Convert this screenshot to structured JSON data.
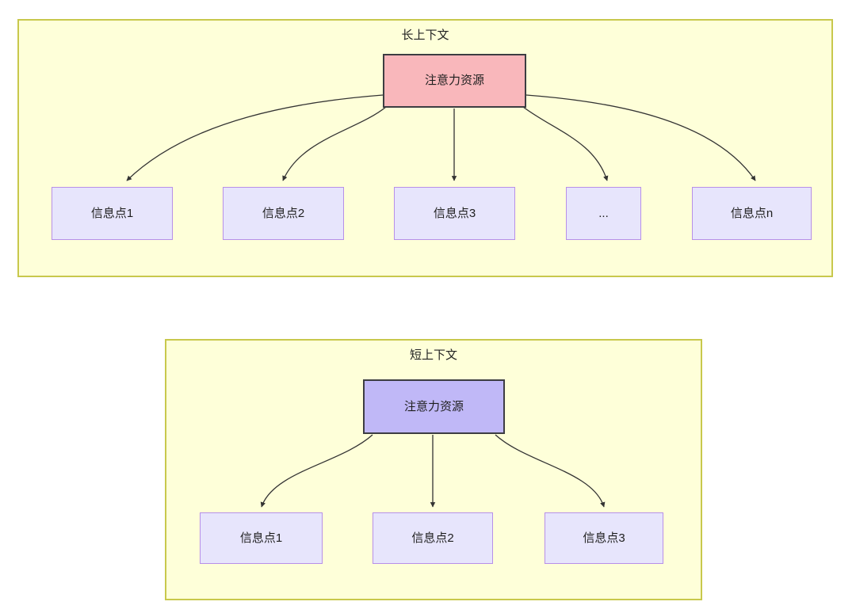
{
  "diagram": {
    "type": "flowchart",
    "panels": [
      {
        "id": "long-context",
        "title": "长上下文",
        "root": {
          "label": "注意力资源",
          "fill": "#F9B7BB",
          "stroke": "#3d3d42"
        },
        "children": [
          {
            "label": "信息点1"
          },
          {
            "label": "信息点2"
          },
          {
            "label": "信息点3"
          },
          {
            "label": "..."
          },
          {
            "label": "信息点n"
          }
        ]
      },
      {
        "id": "short-context",
        "title": "短上下文",
        "root": {
          "label": "注意力资源",
          "fill": "#C0B8F7",
          "stroke": "#3d3d42"
        },
        "children": [
          {
            "label": "信息点1"
          },
          {
            "label": "信息点2"
          },
          {
            "label": "信息点3"
          }
        ]
      }
    ],
    "colors": {
      "panel_background": "#FEFFD9",
      "panel_border": "#C8C84C",
      "info_node_fill": "#E7E5FC",
      "info_node_border": "#B78FE8",
      "attention_long_fill": "#F9B7BB",
      "attention_short_fill": "#C0B8F7",
      "node_border_dark": "#3d3d42",
      "edge": "#333333",
      "text": "#1f1f1f"
    }
  }
}
